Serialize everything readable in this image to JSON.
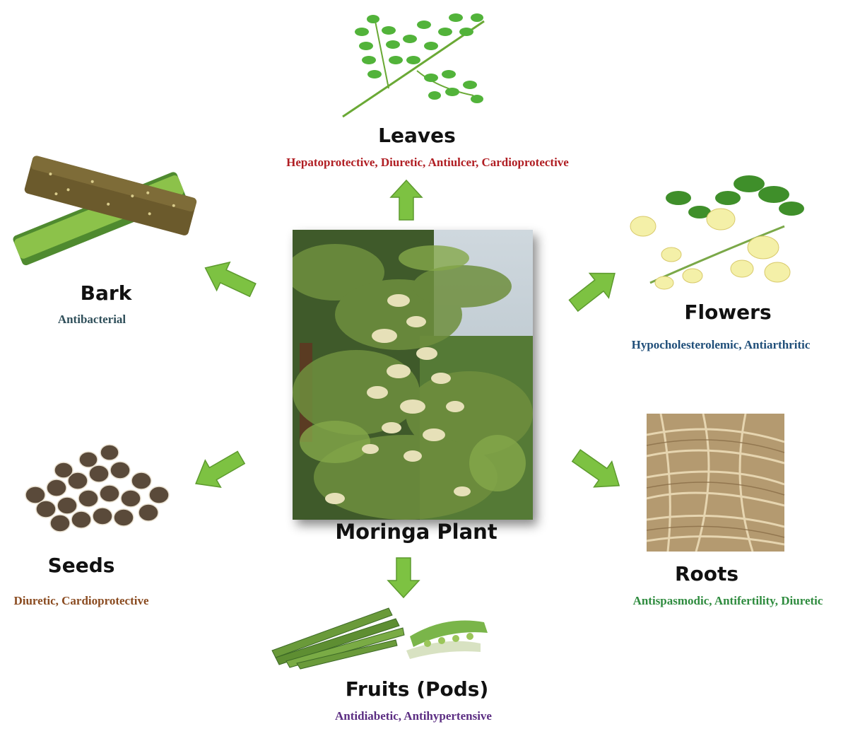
{
  "center": {
    "label": "Moringa Plant"
  },
  "parts": {
    "leaves": {
      "title": "Leaves",
      "properties": "Hepatoprotective, Diuretic, Antiulcer, Cardioprotective",
      "color": "#b01e23"
    },
    "bark": {
      "title": "Bark",
      "properties": "Antibacterial",
      "color": "#2f4f5a"
    },
    "flowers": {
      "title": "Flowers",
      "properties": "Hypocholesterolemic, Antiarthritic",
      "color": "#1f4e79"
    },
    "seeds": {
      "title": "Seeds",
      "properties": "Diuretic, Cardioprotective",
      "color": "#8a4b20"
    },
    "roots": {
      "title": "Roots",
      "properties": "Antispasmodic, Antifertility,  Diuretic",
      "color": "#2e8b3e"
    },
    "fruits": {
      "title": "Fruits (Pods)",
      "properties": "Antidiabetic, Antihypertensive",
      "color": "#5b2d82"
    }
  },
  "arrow_color": "#7dc242"
}
